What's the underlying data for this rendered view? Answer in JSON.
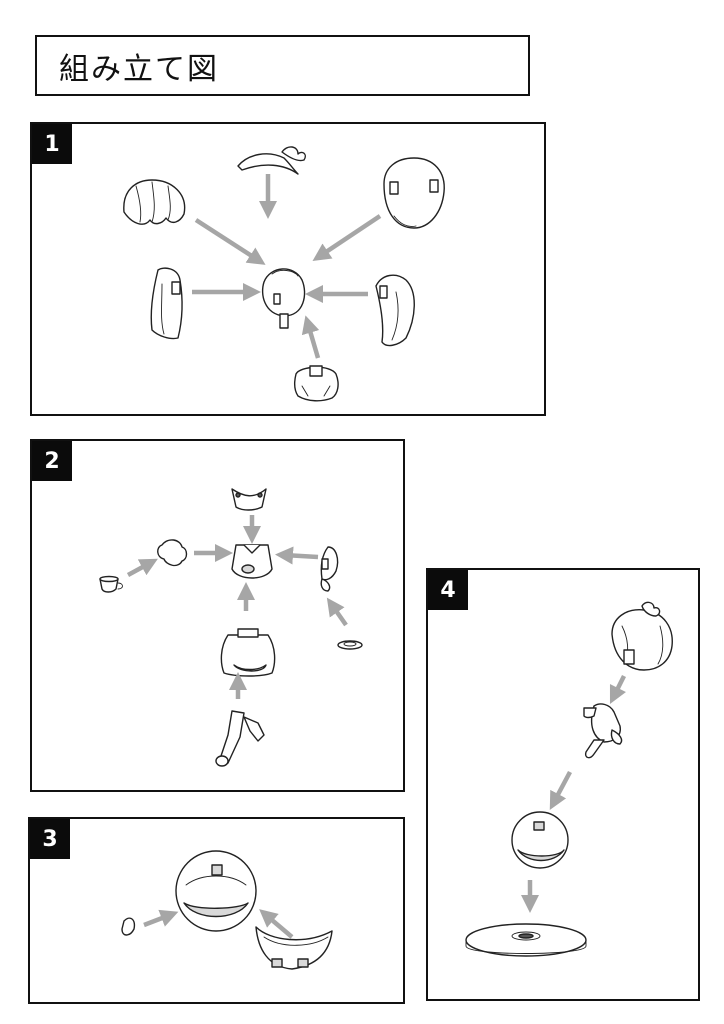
{
  "title": "組み立て図",
  "steps": [
    {
      "number": "1"
    },
    {
      "number": "2"
    },
    {
      "number": "3"
    },
    {
      "number": "4"
    }
  ],
  "colors": {
    "border": "#111111",
    "badge_background": "#0b0b0b",
    "badge_text": "#ffffff",
    "arrow": "#a6a6a6",
    "line_art": "#222222"
  }
}
